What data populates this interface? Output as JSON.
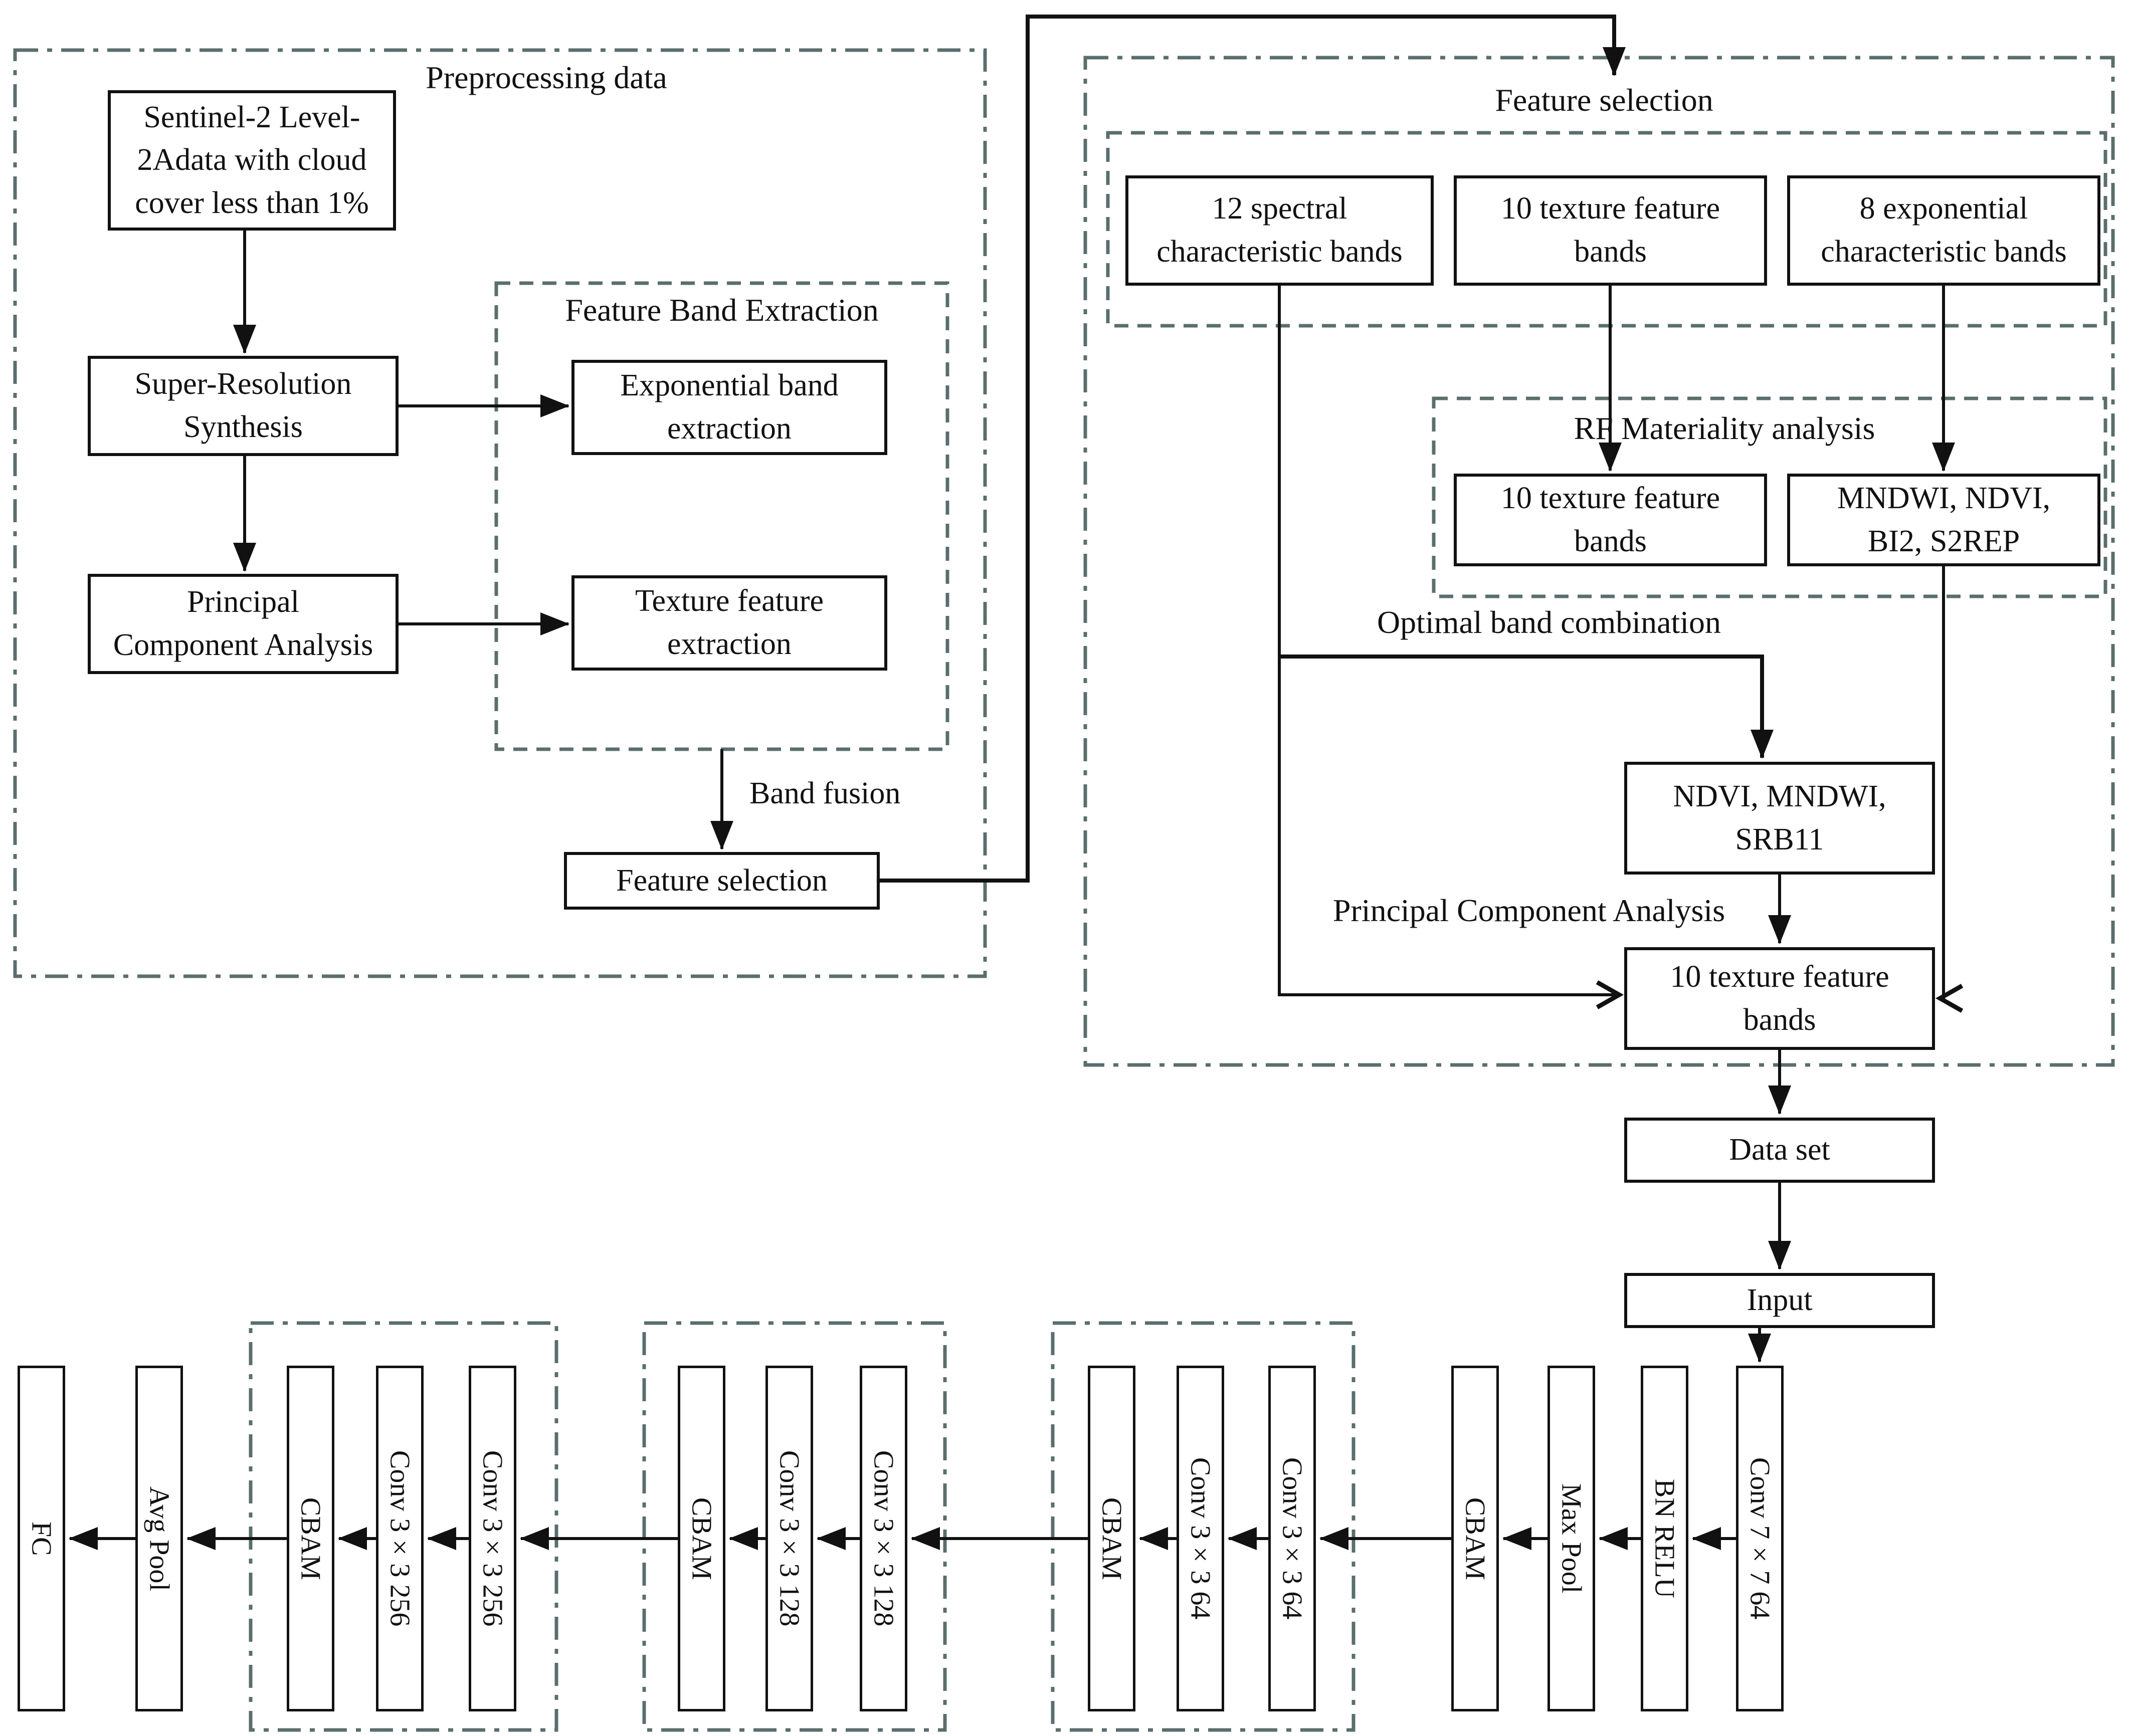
{
  "colors": {
    "ink": "#111111",
    "dash_border": "#5b6e6e",
    "box_bg": "#ffffff"
  },
  "preprocessing": {
    "title": "Preprocessing data",
    "sentinel": {
      "l1": "Sentinel-2 Level-",
      "l2": "2Adata with cloud",
      "l3": "cover less than 1%"
    },
    "srs": {
      "l1": "Super-Resolution",
      "l2": "Synthesis"
    },
    "pca": {
      "l1": "Principal",
      "l2": "Component Analysis"
    },
    "fbe_title": "Feature Band Extraction",
    "expband": {
      "l1": "Exponential band",
      "l2": "extraction"
    },
    "texfeat": {
      "l1": "Texture feature",
      "l2": "extraction"
    },
    "band_fusion_label": "Band fusion",
    "feature_selection_box": "Feature selection"
  },
  "feature_selection": {
    "title": "Feature selection",
    "spec12": {
      "l1": "12 spectral",
      "l2": "characteristic bands"
    },
    "tex10_top": {
      "l1": "10 texture feature",
      "l2": "bands"
    },
    "exp8": {
      "l1": "8 exponential",
      "l2": "characteristic bands"
    },
    "rf_title": "RF Materiality analysis",
    "tex10_rf": {
      "l1": "10 texture feature",
      "l2": "bands"
    },
    "mndwi": {
      "l1": "MNDWI, NDVI,",
      "l2": "BI2, S2REP"
    },
    "optimal_label": "Optimal band combination",
    "ndvi": {
      "l1": "NDVI, MNDWI,",
      "l2": "SRB11"
    },
    "pca_label": "Principal Component Analysis",
    "tex10_bottom": {
      "l1": "10 texture feature",
      "l2": "bands"
    }
  },
  "pipeline": {
    "dataset": "Data set",
    "input": "Input"
  },
  "cnn": {
    "blocks": [
      "Conv 7×7 64",
      "BN RELU",
      "Max Pool",
      "CBAM",
      "Conv 3×3 64",
      "Conv 3×3 64",
      "CBAM",
      "Conv 3×3 128",
      "Conv 3×3 128",
      "CBAM",
      "Conv 3×3 256",
      "Conv 3×3 256",
      "CBAM",
      "Avg Pool",
      "FC"
    ]
  }
}
